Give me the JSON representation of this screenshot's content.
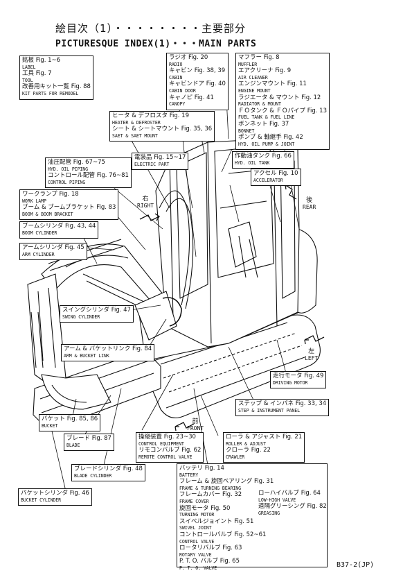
{
  "title_jp": "絵目次（1）・・・・・・・・主要部分",
  "title_en": "PICTURESQUE INDEX(1)・・・MAIN PARTS",
  "page_code": "B37-2(JP)",
  "directions": {
    "right_jp": "右",
    "right_en": "RIGHT",
    "rear_jp": "後",
    "rear_en": "REAR",
    "left_jp": "左",
    "left_en": "LEFT",
    "front_jp": "前",
    "front_en": "FRONT"
  },
  "labels": {
    "label_tool": [
      [
        "jp",
        "銘板 Fig. 1~6"
      ],
      [
        "en",
        "LABEL"
      ],
      [
        "jp",
        "工具 Fig. 7"
      ],
      [
        "en",
        "TOOL"
      ],
      [
        "jp",
        "改善用キット一覧 Fig. 88"
      ],
      [
        "en",
        "KIT PARTS FOR REMODEL"
      ]
    ],
    "radio_canopy": [
      [
        "jp",
        "ラジオ Fig. 20"
      ],
      [
        "en",
        "RADIO"
      ],
      [
        "jp",
        "キャビン Fig. 38, 39"
      ],
      [
        "en",
        "CABIN"
      ],
      [
        "jp",
        "キャビンドア Fig. 40"
      ],
      [
        "en",
        "CABIN DOOR"
      ],
      [
        "jp",
        "キャノピ Fig. 41"
      ],
      [
        "en",
        "CANOPY"
      ]
    ],
    "muffler_group": [
      [
        "jp",
        "マフラー Fig. 8"
      ],
      [
        "en",
        "MUFFLER"
      ],
      [
        "jp",
        "エアクリーナ Fig. 9"
      ],
      [
        "en",
        "AIR CLEANER"
      ],
      [
        "jp",
        "エンジンマウント Fig. 11"
      ],
      [
        "en",
        "ENGINE MOUNT"
      ],
      [
        "jp",
        "ラジエータ & マウント Fig. 12"
      ],
      [
        "en",
        "RADIATOR & MOUNT"
      ],
      [
        "jp",
        "ＦＯタンク & ＦＯパイプ Fig. 13"
      ],
      [
        "en",
        "FUEL TANK & FUEL LINE"
      ],
      [
        "jp",
        "ボンネット Fig. 37"
      ],
      [
        "en",
        "BONNET"
      ],
      [
        "jp",
        "ポンプ & 軸継手 Fig. 42"
      ],
      [
        "en",
        "HYD. OIL PUMP & JOINT"
      ]
    ],
    "heater": [
      [
        "jp",
        "ヒータ & デフロスタ Fig. 19"
      ],
      [
        "en",
        "HEATER & DEFROSTER"
      ],
      [
        "jp",
        "シート & シートマウント Fig. 35, 36"
      ],
      [
        "en",
        "SAET & SAET MOUNT"
      ]
    ],
    "oil_tank": [
      [
        "jp",
        "作動油タンク Fig. 66"
      ],
      [
        "en",
        "HYD. OIL TANK"
      ]
    ],
    "electric": [
      [
        "jp",
        "電装品 Fig. 15~17"
      ],
      [
        "en",
        "ELECTRIC PART"
      ]
    ],
    "hyd_piping": [
      [
        "jp",
        "油圧配管 Fig. 67~75"
      ],
      [
        "en",
        "HYD. OIL PIPING"
      ],
      [
        "jp",
        "コントロール配管 Fig. 76~81"
      ],
      [
        "en",
        "CONTROL PIPING"
      ]
    ],
    "accelerator": [
      [
        "jp",
        "アクセル Fig. 10"
      ],
      [
        "en",
        "ACCELERATOR"
      ]
    ],
    "work_lamp": [
      [
        "jp",
        "ワークランプ Fig. 18"
      ],
      [
        "en",
        "WORK LAMP"
      ],
      [
        "jp",
        "ブーム & ブームブラケット Fig. 83"
      ],
      [
        "en",
        "BOOM & BOOM BRACKET"
      ]
    ],
    "boom_cyl": [
      [
        "jp",
        "ブームシリンダ Fig. 43, 44"
      ],
      [
        "en",
        "BOOM CYLINDER"
      ]
    ],
    "arm_cyl": [
      [
        "jp",
        "アームシリンダ Fig. 45"
      ],
      [
        "en",
        "ARM CYLINDER"
      ]
    ],
    "swing_cyl": [
      [
        "jp",
        "スイングシリンダ Fig. 47"
      ],
      [
        "en",
        "SWING CYLINDER"
      ]
    ],
    "arm_link": [
      [
        "jp",
        "アーム & バケットリンク Fig. 84"
      ],
      [
        "en",
        "ARM & BUCKET LINK"
      ]
    ],
    "drive_motor": [
      [
        "jp",
        "走行モータ Fig. 49"
      ],
      [
        "en",
        "DRIVING MOTOR"
      ]
    ],
    "step": [
      [
        "jp",
        "ステップ & インパネ Fig. 33, 34"
      ],
      [
        "en",
        "STEP & INSTRUMENT PANEL"
      ]
    ],
    "bucket": [
      [
        "jp",
        "バケット Fig. 85, 86"
      ],
      [
        "en",
        "BUCKET"
      ]
    ],
    "blade": [
      [
        "jp",
        "ブレード Fig. 87"
      ],
      [
        "en",
        "BLADE"
      ]
    ],
    "control_eq": [
      [
        "jp",
        "操縦装置 Fig. 23~30"
      ],
      [
        "en",
        "CONTROL EQUIPMENT"
      ],
      [
        "jp",
        "リモコンバルブ Fig. 62"
      ],
      [
        "en",
        "REMOTE CONTROL VALVE"
      ]
    ],
    "roller": [
      [
        "jp",
        "ローラ & アジャスト Fig. 21"
      ],
      [
        "en",
        "ROLLER & ADJUST"
      ],
      [
        "jp",
        "クローラ Fig. 22"
      ],
      [
        "en",
        "CRAWLER"
      ]
    ],
    "blade_cyl": [
      [
        "jp",
        "ブレードシリンダ Fig. 48"
      ],
      [
        "en",
        "BLADE CYLINDER"
      ]
    ],
    "bucket_cyl": [
      [
        "jp",
        "バケットシリンダ Fig. 46"
      ],
      [
        "en",
        "BUCKET CYLINDER"
      ]
    ],
    "battery_group": [
      [
        "jp",
        "バッテリ Fig. 14"
      ],
      [
        "en",
        "BATTERY"
      ],
      [
        "jp",
        "フレーム & 旋回ベアリング Fig. 31"
      ],
      [
        "en",
        "FRAME & TURNING BEARING"
      ],
      [
        "jp",
        "フレームカバー Fig. 32"
      ],
      [
        "en",
        "FRAME COVER"
      ],
      [
        "jp",
        "旋回モータ Fig. 50"
      ],
      [
        "en",
        "TURNING MOTOR"
      ],
      [
        "jp",
        "スイベルジョイント Fig. 51"
      ],
      [
        "en",
        "SWIVEL JOINT"
      ],
      [
        "jp",
        "コントロールバルブ Fig. 52~61"
      ],
      [
        "en",
        "CONTROL VALVE"
      ],
      [
        "jp",
        "ロータリバルブ Fig. 63"
      ],
      [
        "en",
        "ROTARY VALVE"
      ],
      [
        "jp",
        "P. T. O. バルブ Fig. 65"
      ],
      [
        "en",
        "P. T. O. VALVE"
      ]
    ],
    "lowhigh": [
      [
        "jp",
        "ローハイバルブ Fig. 64"
      ],
      [
        "en",
        "LOW-HIGH VALVE"
      ],
      [
        "jp",
        "遠隔グリーシング Fig. 82"
      ],
      [
        "en",
        "GREASING"
      ]
    ]
  }
}
